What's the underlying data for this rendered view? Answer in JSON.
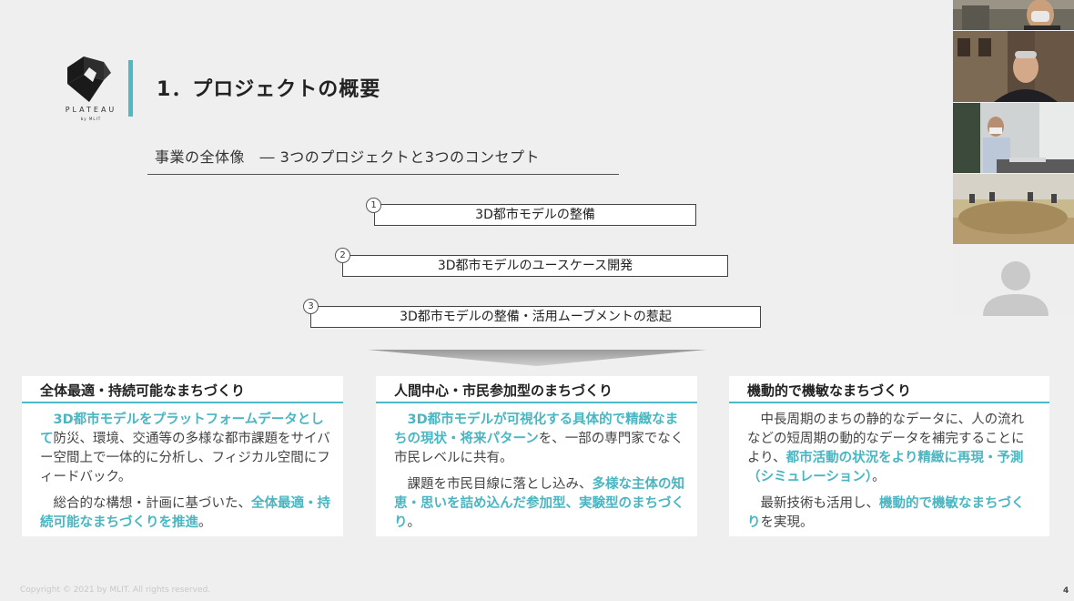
{
  "logo": {
    "name": "PLATEAU",
    "sub": "by MLIT"
  },
  "title": "1．プロジェクトの概要",
  "overview": "事業の全体像　― 3つのプロジェクトと3つのコンセプト",
  "projects": [
    {
      "num": "1",
      "label": "3D都市モデルの整備"
    },
    {
      "num": "2",
      "label": "3D都市モデルのユースケース開発"
    },
    {
      "num": "3",
      "label": "3D都市モデルの整備・活用ムーブメントの惹起"
    }
  ],
  "cards": [
    {
      "title": "全体最適・持続可能なまちづくり",
      "p1": [
        {
          "t": "3D都市モデルをプラットフォームデータとして",
          "hl": true
        },
        {
          "t": "防災、環境、交通等の多様な都市課題をサイバー空間上で一体的に分析し、フィジカル空間にフィードバック。",
          "hl": false
        }
      ],
      "p2": [
        {
          "t": "総合的な構想・計画に基づいた、",
          "hl": false
        },
        {
          "t": "全体最適・持続可能なまちづくりを推進",
          "hl": true
        },
        {
          "t": "。",
          "hl": false
        }
      ]
    },
    {
      "title": "人間中心・市民参加型のまちづくり",
      "p1": [
        {
          "t": "3D都市モデルが可視化する具体的で精緻なまちの現状・将来パターン",
          "hl": true
        },
        {
          "t": "を、一部の専門家でなく市民レベルに共有。",
          "hl": false
        }
      ],
      "p2": [
        {
          "t": "課題を市民目線に落とし込み、",
          "hl": false
        },
        {
          "t": "多様な主体の知恵・思いを詰め込んだ参加型、実験型のまちづくり",
          "hl": true
        },
        {
          "t": "。",
          "hl": false
        }
      ]
    },
    {
      "title": "機動的で機敏なまちづくり",
      "p1": [
        {
          "t": "中長周期のまちの静的なデータに、人の流れなどの短周期の動的なデータを補完することにより、",
          "hl": false
        },
        {
          "t": "都市活動の状況をより精緻に再現・予測（シミュレーション）",
          "hl": true
        },
        {
          "t": "。",
          "hl": false
        }
      ],
      "p2": [
        {
          "t": "最新技術も活用し、",
          "hl": false
        },
        {
          "t": "機動的で機敏なまちづくり",
          "hl": true
        },
        {
          "t": "を実現。",
          "hl": false
        }
      ]
    }
  ],
  "footer": "Copyright © 2021 by MLIT. All rights reserved.",
  "page_number": "4",
  "colors": {
    "accent": "#4cb9c6",
    "highlight_text": "#49b6c2",
    "background": "#efefef"
  },
  "video_participants": [
    {
      "icon": "participant-video-1"
    },
    {
      "icon": "participant-video-2"
    },
    {
      "icon": "participant-video-3"
    },
    {
      "icon": "participant-video-4"
    },
    {
      "icon": "avatar-placeholder-icon"
    }
  ]
}
